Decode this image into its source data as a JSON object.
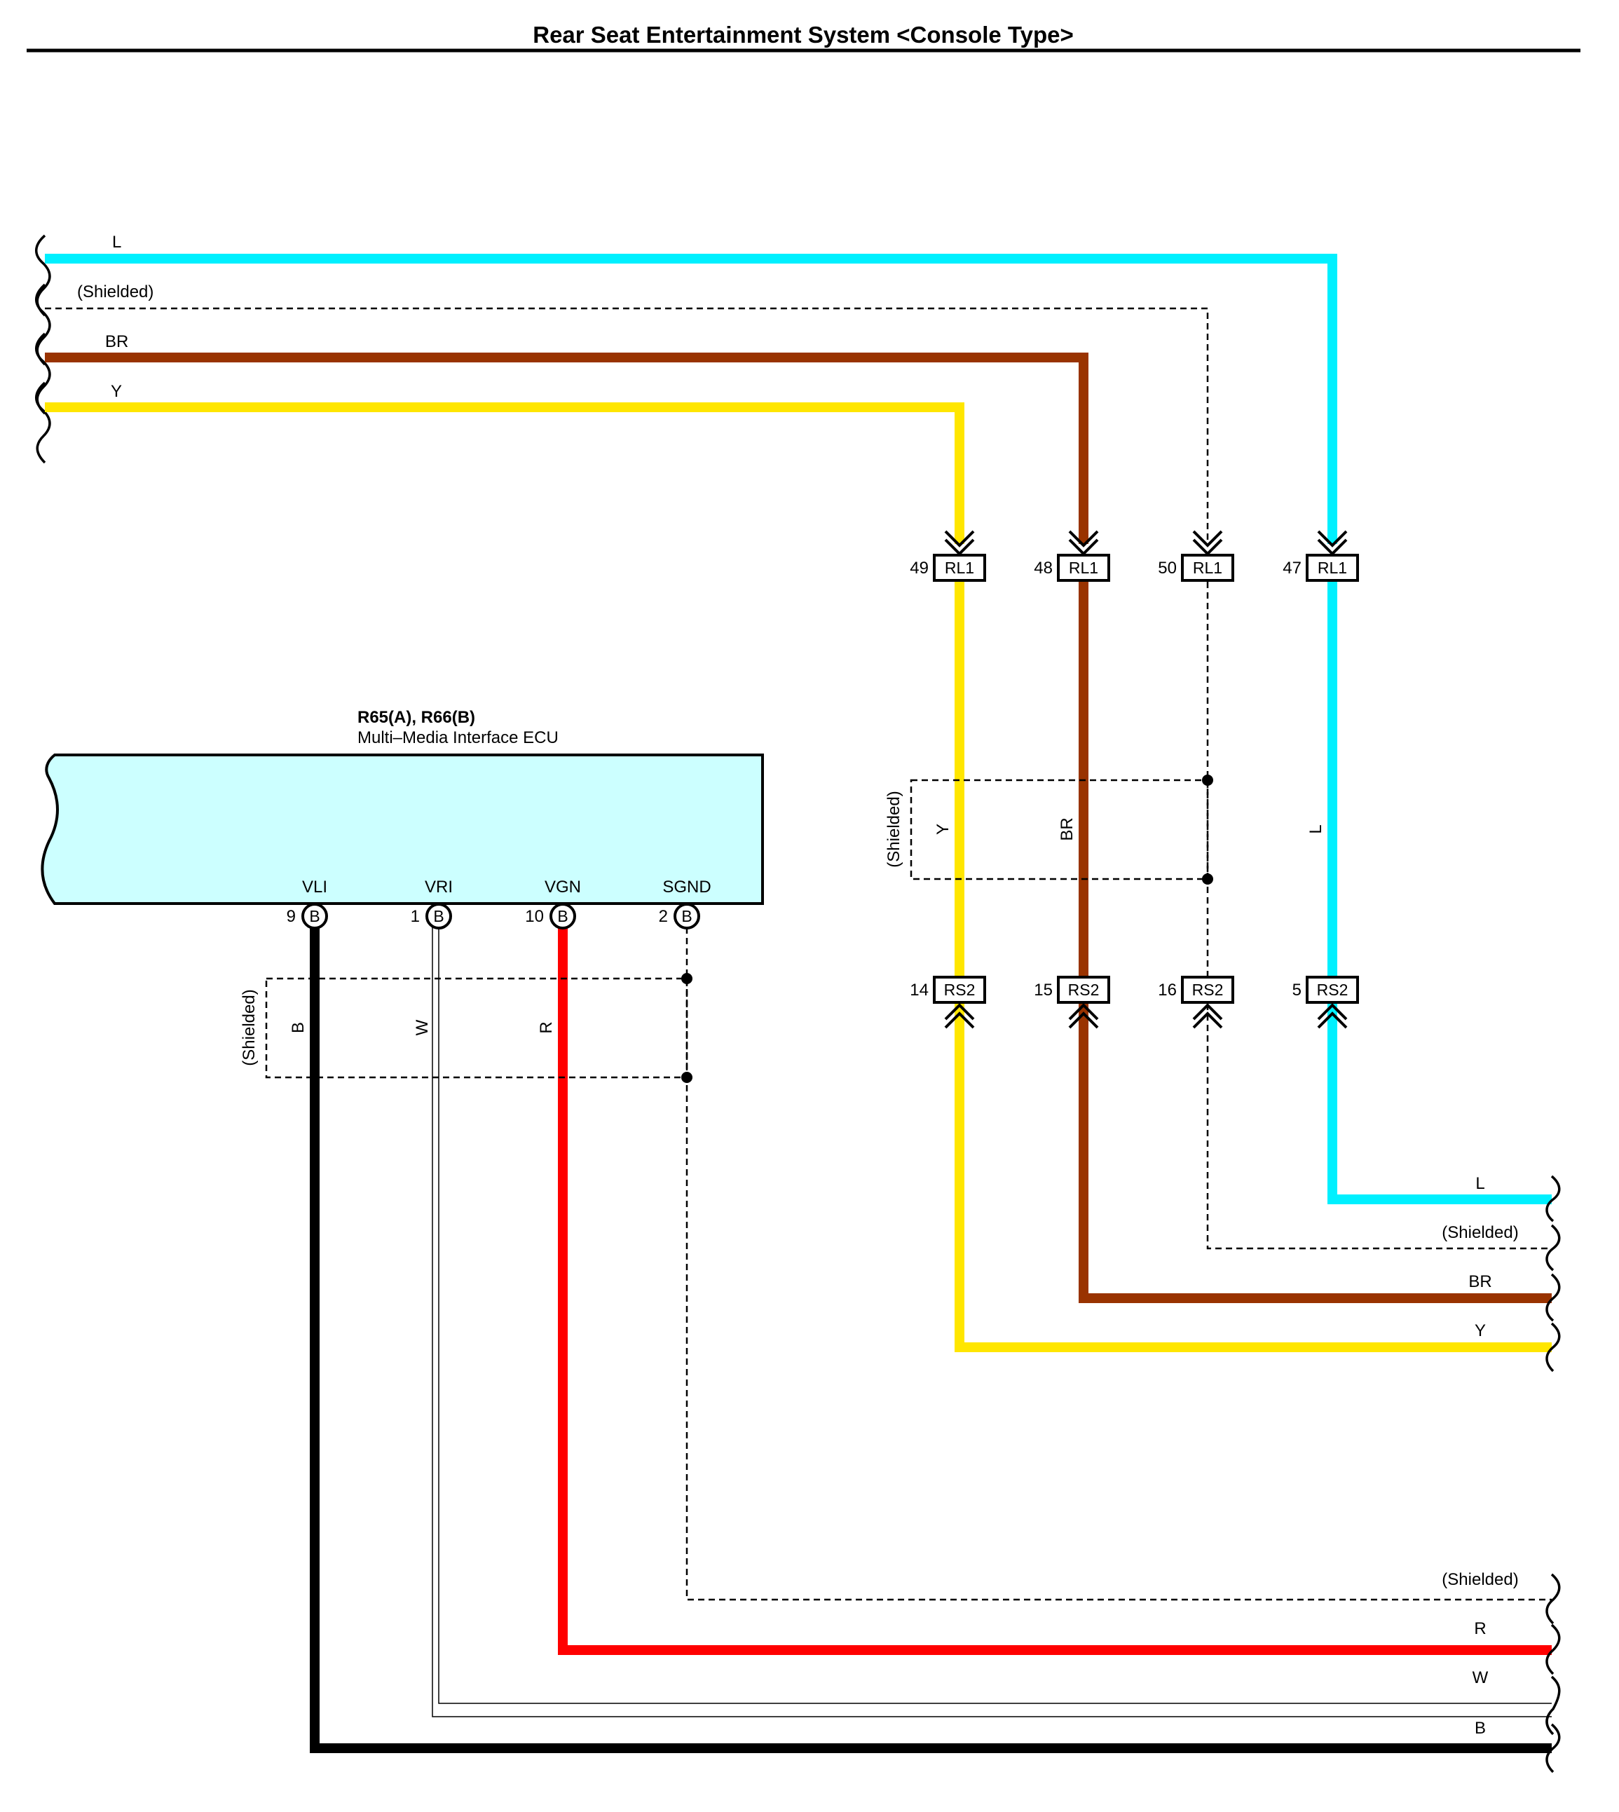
{
  "title": "Rear Seat Entertainment System <Console Type>",
  "colors": {
    "L": "#00f0ff",
    "BR": "#993300",
    "Y": "#ffe600",
    "R": "#ff0000",
    "B": "#000000",
    "W": "#ffffff",
    "ecu_fill": "#ccffff"
  },
  "top_left_wires": {
    "L": "L",
    "shielded": "(Shielded)",
    "BR": "BR",
    "Y": "Y"
  },
  "rl1_connectors": [
    {
      "pin": "49",
      "name": "RL1"
    },
    {
      "pin": "48",
      "name": "RL1"
    },
    {
      "pin": "50",
      "name": "RL1"
    },
    {
      "pin": "47",
      "name": "RL1"
    }
  ],
  "rs2_connectors": [
    {
      "pin": "14",
      "name": "RS2"
    },
    {
      "pin": "15",
      "name": "RS2"
    },
    {
      "pin": "16",
      "name": "RS2"
    },
    {
      "pin": "5",
      "name": "RS2"
    }
  ],
  "right_shield": {
    "label": "(Shielded)",
    "Y": "Y",
    "BR": "BR",
    "L": "L"
  },
  "right_outputs": {
    "L": "L",
    "shielded": "(Shielded)",
    "BR": "BR",
    "Y": "Y"
  },
  "ecu": {
    "name": "R65(A), R66(B)",
    "subtitle": "Multi–Media Interface ECU",
    "terminals": [
      {
        "name": "VLI",
        "pin": "9",
        "letter": "B"
      },
      {
        "name": "VRI",
        "pin": "1",
        "letter": "B"
      },
      {
        "name": "VGN",
        "pin": "10",
        "letter": "B"
      },
      {
        "name": "SGND",
        "pin": "2",
        "letter": "B"
      }
    ]
  },
  "left_shield": {
    "label": "(Shielded)",
    "B": "B",
    "W": "W",
    "R": "R"
  },
  "bottom_outputs": {
    "shielded": "(Shielded)",
    "R": "R",
    "W": "W",
    "B": "B"
  }
}
